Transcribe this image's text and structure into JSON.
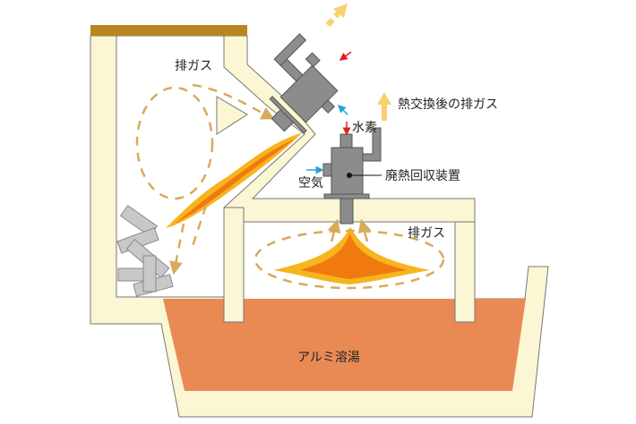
{
  "labels": {
    "exhaust_top": "排ガス",
    "exhaust_after": "熱交換後の排ガス",
    "hydrogen": "水素",
    "air": "空気",
    "recovery_device": "廃熱回収装置",
    "exhaust_right": "排ガス",
    "molten_aluminum": "アルミ溶湯"
  },
  "colors": {
    "refractory": "#fbf6d3",
    "molten": "#e98a55",
    "device": "#8c8c8c",
    "gas_arrow": "#d8aa5c",
    "flame": "#f08a1c",
    "hydrogen_arrow": "#e02020",
    "air_arrow": "#2aa0d8"
  }
}
